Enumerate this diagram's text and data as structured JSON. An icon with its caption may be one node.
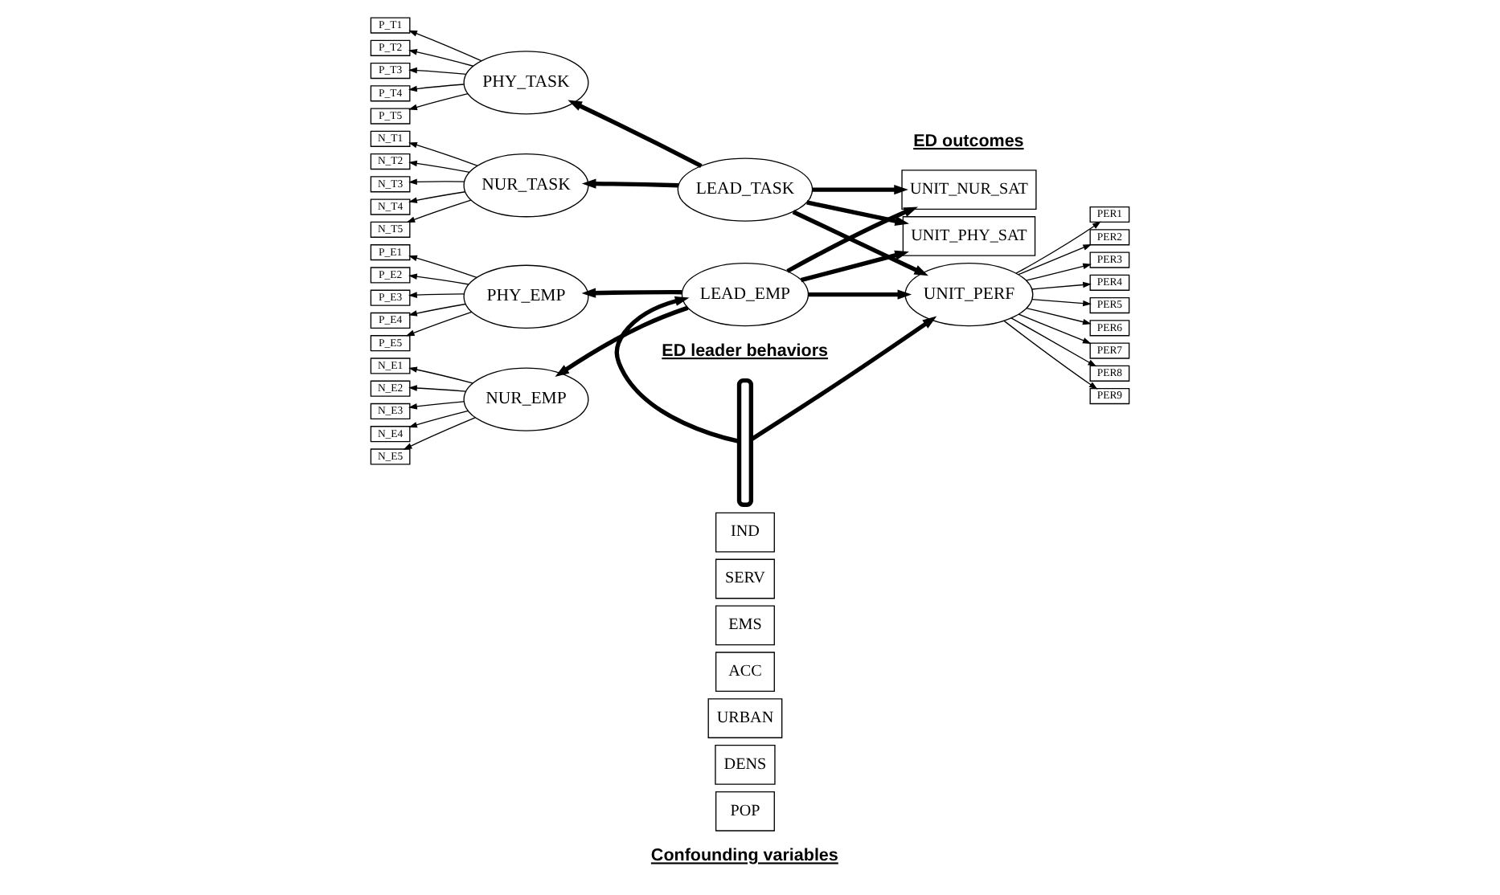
{
  "diagram": {
    "nodes": [
      {
        "text": [
          "P_T1"
        ]
      },
      {
        "text": [
          "P_T2"
        ]
      },
      {
        "text": [
          "P_T3"
        ]
      },
      {
        "text": [
          "P_T4"
        ]
      },
      {
        "text": [
          "P_T5"
        ]
      },
      {
        "text": [
          "N_T1"
        ]
      },
      {
        "text": [
          "N_T2"
        ]
      },
      {
        "text": [
          "N_T3"
        ]
      },
      {
        "text": [
          "N_T4"
        ]
      },
      {
        "text": [
          "N_T5"
        ]
      },
      {
        "text": [
          "PHY_TASK"
        ]
      },
      {
        "text": [
          "NUR_TASK"
        ]
      },
      {
        "text": [
          "LEAD_TASK"
        ]
      },
      {
        "text": [
          "UNIT_NUR_SAT"
        ]
      },
      {
        "text": [
          "UNIT_PHY_SAT"
        ]
      },
      {
        "text": [
          "PER1"
        ]
      },
      {
        "text": [
          "PER2"
        ]
      },
      {
        "text": [
          "PER3"
        ]
      },
      {
        "text": [
          "PER4"
        ]
      },
      {
        "text": [
          "PER5"
        ]
      },
      {
        "text": [
          "PER6"
        ]
      },
      {
        "text": [
          "PER7"
        ]
      },
      {
        "text": [
          "PER8"
        ]
      },
      {
        "text": [
          "PER9"
        ]
      },
      {
        "text": [
          "UNIT_PERF"
        ]
      },
      {
        "text": [
          "P_E1"
        ]
      },
      {
        "text": [
          "P_E2"
        ]
      },
      {
        "text": [
          "P_E3"
        ]
      },
      {
        "text": [
          "P_E4"
        ]
      },
      {
        "text": [
          "P_E5"
        ]
      },
      {
        "text": [
          "N_E1"
        ]
      },
      {
        "text": [
          "N_E2"
        ]
      },
      {
        "text": [
          "N_E3"
        ]
      },
      {
        "text": [
          "N_E4"
        ]
      },
      {
        "text": [
          "N_E5"
        ]
      },
      {
        "text": [
          "PHY_EMP"
        ]
      },
      {
        "text": [
          "NUR_EMP"
        ]
      },
      {
        "text": [
          "LEAD_EMP"
        ]
      },
      {
        "text": [],
        "shape": "bracket"
      },
      {
        "text": [
          "IND"
        ]
      },
      {
        "text": [
          "SERV"
        ]
      },
      {
        "text": [
          "EMS"
        ]
      },
      {
        "text": [
          "ACC"
        ]
      },
      {
        "text": [
          "URBAN"
        ]
      },
      {
        "text": [
          "DENS"
        ]
      },
      {
        "text": [
          "POP"
        ]
      }
    ],
    "edges": [
      {
        "from": 10,
        "to": 0,
        "arrow": "to"
      },
      {
        "from": 10,
        "to": 1,
        "arrow": "to"
      },
      {
        "from": 10,
        "to": 2,
        "arrow": "to"
      },
      {
        "from": 10,
        "to": 3,
        "arrow": "to"
      },
      {
        "from": 10,
        "to": 4,
        "arrow": "to"
      },
      {
        "from": 11,
        "to": 5,
        "arrow": "to"
      },
      {
        "from": 11,
        "to": 6,
        "arrow": "to"
      },
      {
        "from": 11,
        "to": 7,
        "arrow": "to"
      },
      {
        "from": 11,
        "to": 8,
        "arrow": "to"
      },
      {
        "from": 11,
        "to": 9,
        "arrow": "to"
      },
      {
        "from": 12,
        "to": 10,
        "arrow": "to",
        "style": "thick"
      },
      {
        "from": 12,
        "to": 11,
        "arrow": "to",
        "style": "thick"
      },
      {
        "from": 12,
        "to": 13,
        "arrow": "to",
        "style": "thick"
      },
      {
        "from": 12,
        "to": 14,
        "arrow": "to",
        "style": "thick"
      },
      {
        "from": 12,
        "to": 24,
        "arrow": "to",
        "style": "thick"
      },
      {
        "from": 24,
        "to": 15,
        "arrow": "to"
      },
      {
        "from": 24,
        "to": 16,
        "arrow": "to"
      },
      {
        "from": 24,
        "to": 17,
        "arrow": "to"
      },
      {
        "from": 24,
        "to": 18,
        "arrow": "to"
      },
      {
        "from": 24,
        "to": 19,
        "arrow": "to"
      },
      {
        "from": 24,
        "to": 20,
        "arrow": "to"
      },
      {
        "from": 24,
        "to": 21,
        "arrow": "to"
      },
      {
        "from": 24,
        "to": 22,
        "arrow": "to"
      },
      {
        "from": 24,
        "to": 23,
        "arrow": "to"
      },
      {
        "from": 35,
        "to": 25,
        "arrow": "to"
      },
      {
        "from": 35,
        "to": 26,
        "arrow": "to"
      },
      {
        "from": 35,
        "to": 27,
        "arrow": "to"
      },
      {
        "from": 35,
        "to": 28,
        "arrow": "to"
      },
      {
        "from": 35,
        "to": 29,
        "arrow": "to"
      },
      {
        "from": 36,
        "to": 30,
        "arrow": "to"
      },
      {
        "from": 36,
        "to": 31,
        "arrow": "to"
      },
      {
        "from": 36,
        "to": 32,
        "arrow": "to"
      },
      {
        "from": 36,
        "to": 33,
        "arrow": "to"
      },
      {
        "from": 36,
        "to": 34,
        "arrow": "to"
      },
      {
        "from": 37,
        "to": 35,
        "arrow": "to",
        "style": "thick"
      },
      {
        "from": 37,
        "to": 36,
        "arrow": "to",
        "style": "thick"
      },
      {
        "from": 37,
        "to": 13,
        "arrow": "to",
        "style": "thick"
      },
      {
        "from": 37,
        "to": 14,
        "arrow": "to",
        "style": "thick"
      },
      {
        "from": 37,
        "to": 24,
        "arrow": "to",
        "style": "thick"
      },
      {
        "from": 38,
        "to": 37,
        "arrow": "to",
        "style": "thick"
      },
      {
        "from": 38,
        "to": 24,
        "arrow": "to",
        "style": "thick"
      }
    ],
    "labels": [
      "ED leader behaviors",
      "ED outcomes",
      "Confounding variables"
    ]
  }
}
